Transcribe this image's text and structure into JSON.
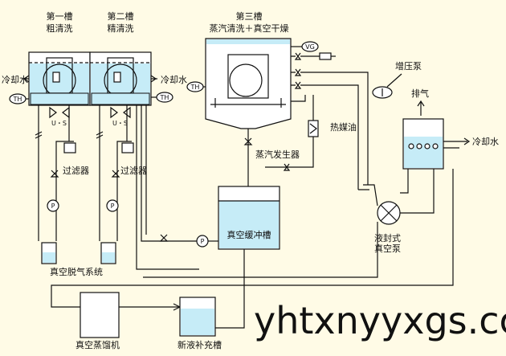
{
  "diagram": {
    "tank1_title1": "第一槽",
    "tank1_title2": "粗清洗",
    "tank2_title1": "第二槽",
    "tank2_title2": "精清洗",
    "tank3_title1": "第三槽",
    "tank3_title2": "蒸汽清洗＋真空干燥",
    "cooling_water_left": "冷却水",
    "cooling_water_mid": "冷却水",
    "cooling_water_right": "冷却水",
    "th1": "TH",
    "th2": "TH",
    "th3": "TH",
    "vg": "VG",
    "us1": "U・S",
    "us2": "U・S",
    "filter1": "过滤器",
    "filter2": "过滤器",
    "p1": "P",
    "p2": "P",
    "p3": "P",
    "degas": "真空脱气系统",
    "heat_oil": "热媒油",
    "steam_gen": "蒸汽发生器",
    "buffer_tank": "真空缓冲槽",
    "booster_pump": "增压泵",
    "exhaust": "排气",
    "liquid_ring_pump1": "液封式",
    "liquid_ring_pump2": "真空泵",
    "distiller": "真空蒸馏机",
    "refill_tank": "新液补充槽",
    "watermark": "yhtxnyyxgs.cc",
    "colors": {
      "water": "#c6ecf7",
      "background": "#fffbe6",
      "line": "#111111"
    }
  }
}
